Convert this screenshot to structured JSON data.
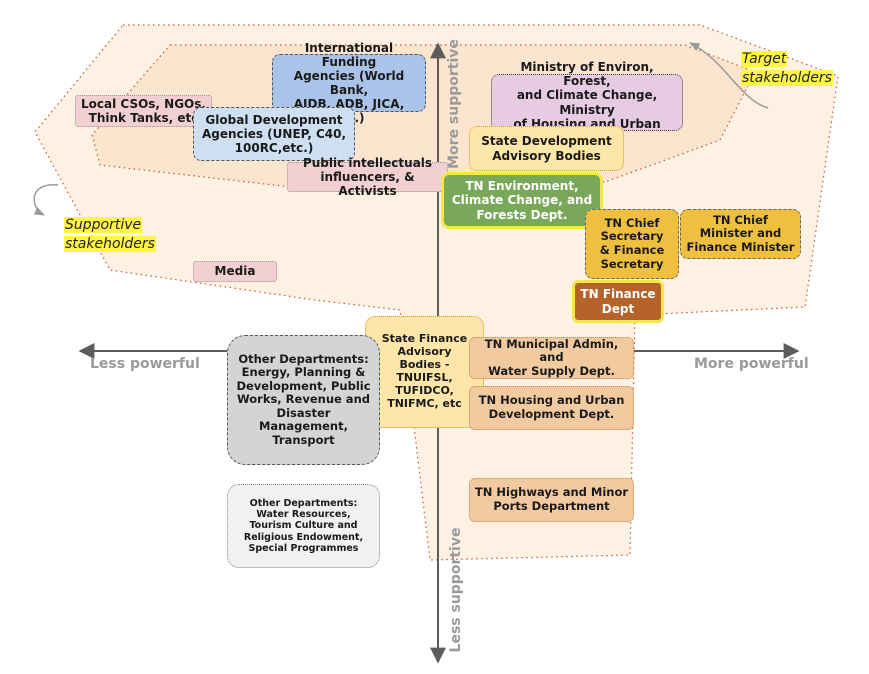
{
  "axes": {
    "top": "More supportive",
    "bottom": "Less supportive",
    "left": "Less powerful",
    "right": "More powerful"
  },
  "callouts": {
    "target": {
      "line1": "Target",
      "line2": "stakeholders"
    },
    "supportive": {
      "line1": "Supportive",
      "line2": "stakeholders"
    }
  },
  "colors": {
    "region_fill": "#fdf1e4",
    "region_stroke": "#c8552f",
    "axis": "#5c5c5c",
    "highlight": "#fff44a"
  },
  "nodes": [
    {
      "id": "international-funding",
      "lines": [
        "International Funding",
        "Agencies (World Bank,",
        "AIDB, ADB, JICA, etc.)"
      ],
      "fill": "#a9c4e8",
      "stroke": "#555555",
      "style": "dashed"
    },
    {
      "id": "local-csos",
      "lines": [
        "Local CSOs, NGOs,",
        "Think Tanks, etc"
      ],
      "fill": "#f2cfd1",
      "stroke": "#999999",
      "style": "dotted"
    },
    {
      "id": "global-development",
      "lines": [
        "Global Development",
        "Agencies (UNEP, C40,",
        "100RC,etc.)"
      ],
      "fill": "#cfdff2",
      "stroke": "#555555",
      "style": "dashed"
    },
    {
      "id": "ministry-environ",
      "lines": [
        "Ministry of Environ, Forest,",
        "and Climate Change, Ministry",
        "of Housing and Urban Affairs"
      ],
      "fill": "#e6cbe3",
      "stroke": "#444444",
      "style": "dotted"
    },
    {
      "id": "state-development",
      "lines": [
        "State Development",
        "Advisory Bodies"
      ],
      "fill": "#fde6a8",
      "stroke": "#c99b2e",
      "style": "dotted"
    },
    {
      "id": "public-intellectuals",
      "lines": [
        "Public intellectuals",
        "influencers, & Activists"
      ],
      "fill": "#f2cfd1",
      "stroke": "#999999",
      "style": "dotted"
    },
    {
      "id": "tn-environment",
      "lines": [
        "TN Environment,",
        "Climate Change, and",
        "Forests Dept."
      ],
      "fill": "#7aa85a",
      "stroke": "#f3e84a",
      "style": "solid",
      "text_color": "#ffffff"
    },
    {
      "id": "tn-chief-secretary",
      "lines": [
        "TN Chief",
        "Secretary",
        "& Finance",
        "Secretary"
      ],
      "fill": "#efbf3f",
      "stroke": "#666666",
      "style": "dashed"
    },
    {
      "id": "tn-chief-minister",
      "lines": [
        "TN Chief",
        "Minister and",
        "Finance Minister"
      ],
      "fill": "#efbf3f",
      "stroke": "#666666",
      "style": "dashed"
    },
    {
      "id": "media",
      "lines": [
        "Media"
      ],
      "fill": "#f2cfd1",
      "stroke": "#999999",
      "style": "dotted"
    },
    {
      "id": "tn-finance",
      "lines": [
        "TN Finance",
        "Dept"
      ],
      "fill": "#b5632a",
      "stroke": "#f3e84a",
      "style": "solid",
      "text_color": "#ffffff"
    },
    {
      "id": "state-finance-advisory",
      "lines": [
        "State Finance",
        "Advisory",
        "Bodies -",
        "TNUIFSL,",
        "TUFIDCO,",
        "TNIFMC, etc"
      ],
      "fill": "#fde6a8",
      "stroke": "#c99b2e",
      "style": "dotted"
    },
    {
      "id": "tn-municipal",
      "lines": [
        "TN Municipal Admin, and",
        "Water Supply Dept."
      ],
      "fill": "#f2caa0",
      "stroke": "#c9834c",
      "style": "dotted"
    },
    {
      "id": "other-departments-1",
      "lines": [
        "Other Departments:",
        "Energy, Planning &",
        "Development, Public",
        "Works, Revenue and",
        "Disaster",
        "Management,",
        "Transport"
      ],
      "fill": "#d4d4d4",
      "stroke": "#555555",
      "style": "dashed"
    },
    {
      "id": "tn-housing",
      "lines": [
        "TN Housing and Urban",
        "Development Dept."
      ],
      "fill": "#f2caa0",
      "stroke": "#c9834c",
      "style": "dotted"
    },
    {
      "id": "tn-highways",
      "lines": [
        "TN Highways and Minor",
        "Ports Department"
      ],
      "fill": "#f2caa0",
      "stroke": "#c9834c",
      "style": "dotted"
    },
    {
      "id": "other-departments-2",
      "lines": [
        "Other Departments:",
        "Water Resources,",
        "Tourism Culture and",
        "Religious Endowment,",
        "Special Programmes"
      ],
      "fill": "#f1f1f1",
      "stroke": "#888888",
      "style": "dotted"
    }
  ]
}
